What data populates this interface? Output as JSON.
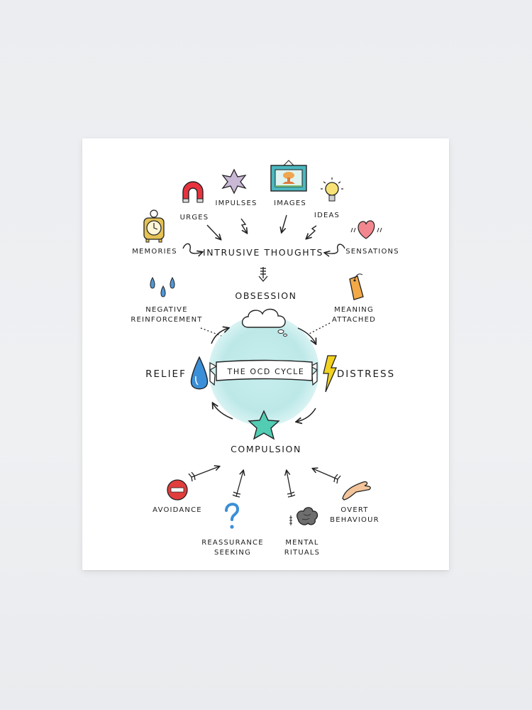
{
  "title": "THE OCD CYCLE",
  "sources": {
    "urges": "URGES",
    "impulses": "IMPULSES",
    "images": "IMAGES",
    "ideas": "IDEAS",
    "memories": "MEMORIES",
    "sensations": "SENSATIONS"
  },
  "intrusive_thoughts": "INTRUSIVE THOUGHTS",
  "cycle": {
    "obsession": "OBSESSION",
    "distress": "DISTRESS",
    "compulsion": "COMPULSION",
    "relief": "RELIEF"
  },
  "side_notes": {
    "meaning_attached": "MEANING ATTACHED",
    "negative_reinforcement": "NEGATIVE REINFORCEMENT"
  },
  "compulsions": {
    "avoidance": "AVOIDANCE",
    "reassurance_seeking": "REASSURANCE SEEKING",
    "mental_rituals": "MENTAL RITUALS",
    "overt_behaviour": "OVERT BEHAVIOUR"
  },
  "icons": [
    "magnet-icon",
    "star-icon",
    "framed-picture-icon",
    "light-bulb-icon",
    "clock-icon",
    "heart-icon",
    "raindrops-icon",
    "price-tag-icon",
    "thought-cloud-icon",
    "water-drop-icon",
    "lightning-bolt-icon",
    "star-icon",
    "no-entry-icon",
    "question-mark-icon",
    "brain-icon",
    "hand-icon"
  ],
  "colors": {
    "circle": "#b7e6e6",
    "star": "#52cdb4",
    "drop": "#3b8fd8",
    "bolt": "#f2d21e",
    "tag": "#f2a947",
    "magnet": "#e8333f",
    "heart": "#f3878f",
    "no_entry": "#e23d3d"
  }
}
